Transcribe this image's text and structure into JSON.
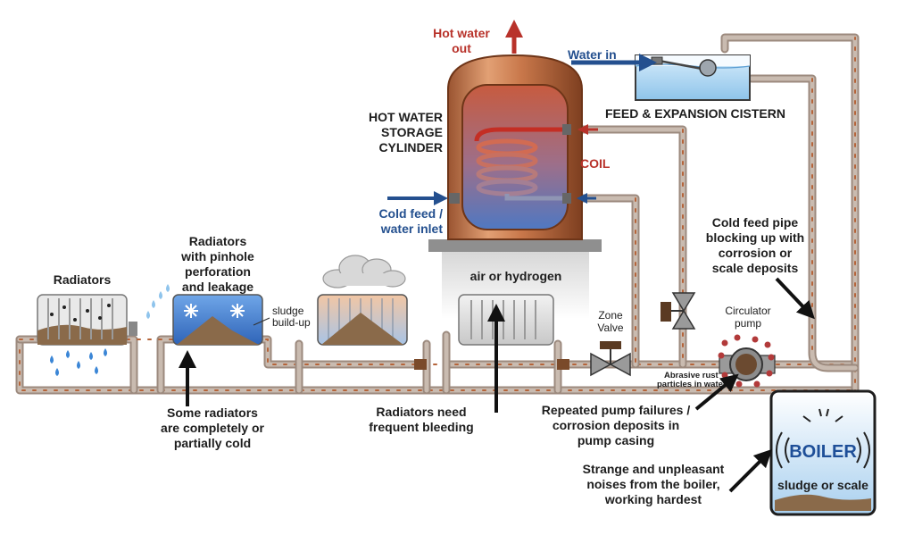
{
  "title": "",
  "colors": {
    "copper": "#c8774a",
    "copper_dark": "#8e4a26",
    "hot_red": "#b8322a",
    "cold_blue": "#24508f",
    "pipe": "#9c8a7e",
    "rust": "#b5643a",
    "sludge": "#8a6a4a",
    "boiler_blue": "#1e4f98"
  },
  "icons": [
    "snowflake-icon",
    "cloud-icon",
    "water-drop-icon",
    "ball-float-icon",
    "gate-valve-icon",
    "pump-impeller-icon",
    "boiler-noise-icon"
  ],
  "labels": {
    "hot_water_out": [
      "Hot water",
      "out"
    ],
    "water_in": "Water in",
    "cylinder": [
      "HOT WATER",
      "STORAGE",
      "CYLINDER"
    ],
    "cistern": "FEED & EXPANSION CISTERN",
    "coil": "COIL",
    "cold_feed": [
      "Cold feed /",
      "water inlet"
    ],
    "cold_feed_pipe": [
      "Cold feed pipe",
      "blocking up with",
      "corrosion or",
      "scale deposits"
    ],
    "radiators": "Radiators",
    "radiators_leak": [
      "Radiators",
      "with pinhole",
      "perforation",
      "and leakage"
    ],
    "sludge": [
      "sludge",
      "build-up"
    ],
    "air": "air or hydrogen",
    "zone_valve": [
      "Zone",
      "Valve"
    ],
    "circulator": [
      "Circulator",
      "pump"
    ],
    "abrasive": [
      "Abrasive rust",
      "particles in water"
    ],
    "cold_radiators": [
      "Some radiators",
      "are completely or",
      "partially cold"
    ],
    "bleeding": [
      "Radiators need",
      "frequent bleeding"
    ],
    "pump_fail": [
      "Repeated pump failures /",
      "corrosion deposits in",
      "pump casing"
    ],
    "noises": [
      "Strange and unpleasant",
      "noises from the boiler,",
      "working hardest"
    ],
    "boiler": "BOILER",
    "boiler_sludge": "sludge or scale"
  }
}
